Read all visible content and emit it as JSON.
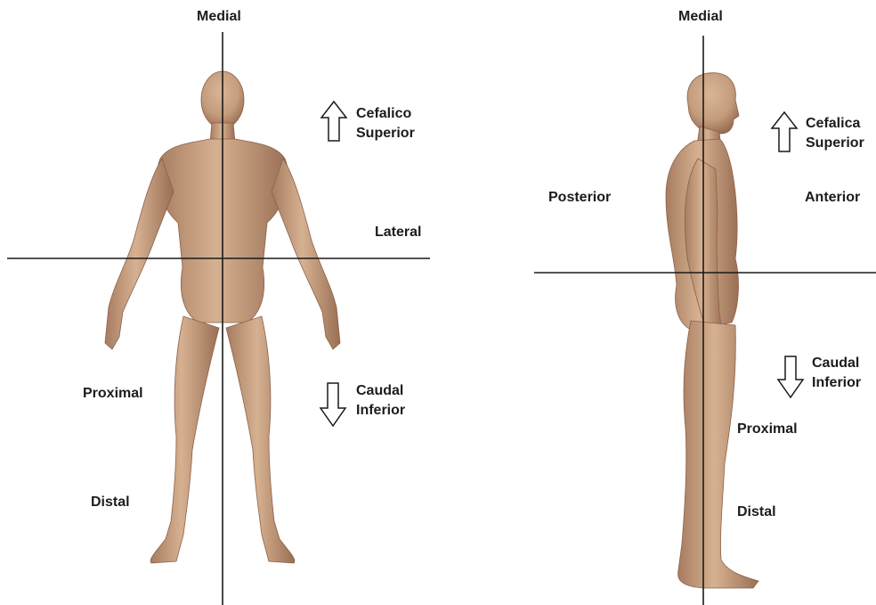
{
  "front_view": {
    "medial": "Medial",
    "cephalic_line1": "Cefalico",
    "cephalic_line2": "Superior",
    "lateral": "Lateral",
    "caudal_line1": "Caudal",
    "caudal_line2": "Inferior",
    "proximal": "Proximal",
    "distal": "Distal"
  },
  "side_view": {
    "medial": "Medial",
    "cephalic_line1": "Cefalica",
    "cephalic_line2": "Superior",
    "posterior": "Posterior",
    "anterior": "Anterior",
    "caudal_line1": "Caudal",
    "caudal_line2": "Inferior",
    "proximal": "Proximal",
    "distal": "Distal"
  },
  "colors": {
    "skin": "#c9a283",
    "skin_shadow": "#9c7459",
    "line": "#1a1a1a"
  }
}
